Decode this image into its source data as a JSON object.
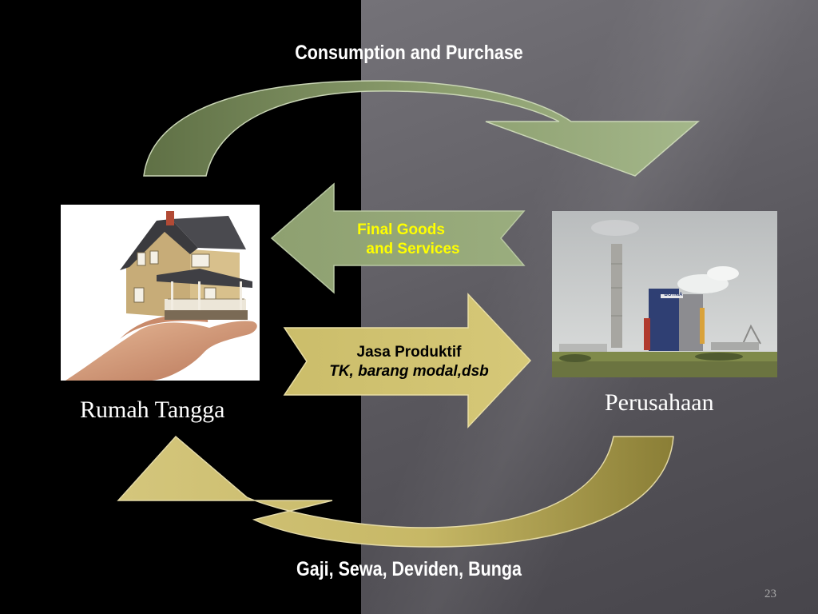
{
  "diagram": {
    "top_flow_label": "Consumption and Purchase",
    "bottom_flow_label": "Gaji, Sewa, Deviden, Bunga",
    "goods_arrow": {
      "line1": "Final Goods",
      "line2": "and Services"
    },
    "services_arrow": {
      "line1": "Jasa Produktif",
      "line2": "TK, barang modal,dsb"
    },
    "household_label": "Rumah Tangga",
    "firm_label": "Perusahaan",
    "factory_sign": "BOTNIA"
  },
  "slide": {
    "page_number": "23"
  },
  "colors": {
    "green_arrow": "#8a9c6c",
    "gold_arrow": "#cbbd6a",
    "goods_text": "#ffff00",
    "services_text": "#000000"
  }
}
